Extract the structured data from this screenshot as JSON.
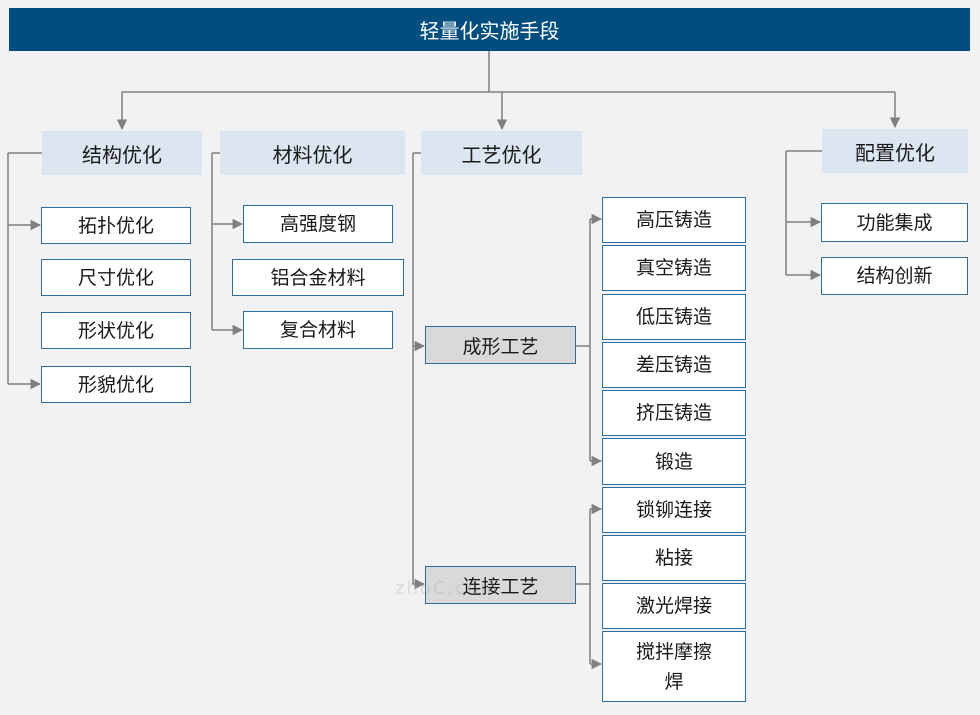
{
  "title": "轻量化实施手段",
  "watermark": "zhoC.com",
  "categories": {
    "structure": "结构优化",
    "material": "材料优化",
    "process": "工艺优化",
    "config": "配置优化"
  },
  "structure_items": [
    "拓扑优化",
    "尺寸优化",
    "形状优化",
    "形貌优化"
  ],
  "material_items": [
    "高强度钢",
    "铝合金材料",
    "复合材料"
  ],
  "process_groups": {
    "forming": "成形工艺",
    "joining": "连接工艺"
  },
  "forming_items": [
    "高压铸造",
    "真空铸造",
    "低压铸造",
    "差压铸造",
    "挤压铸造",
    "锻造"
  ],
  "joining_items": [
    "锁铆连接",
    "粘接",
    "激光焊接",
    "搅拌摩擦焊"
  ],
  "config_items": [
    "功能集成",
    "结构创新"
  ]
}
